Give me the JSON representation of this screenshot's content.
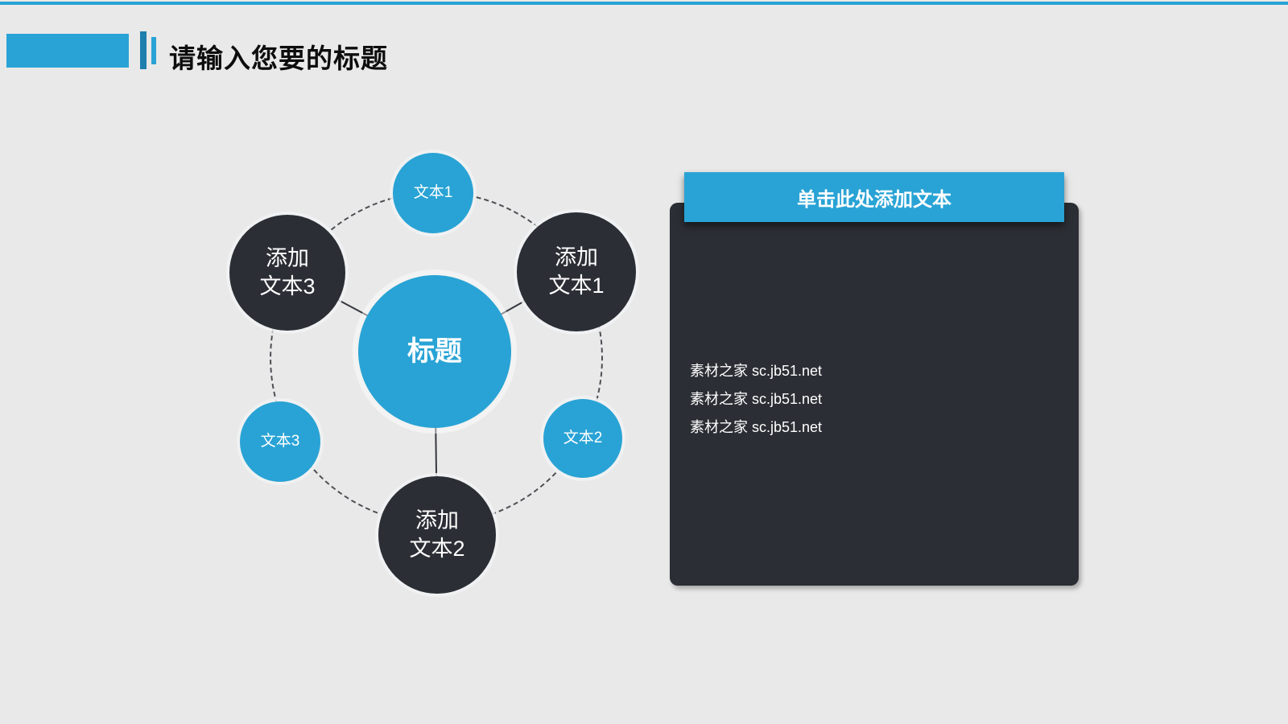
{
  "header": {
    "title": "请输入您要的标题"
  },
  "colors": {
    "accent_blue": "#29A3D5",
    "dark_gray": "#2B2E35",
    "background": "#E9E9E9"
  },
  "diagram": {
    "center": {
      "label": "标题"
    },
    "nodes": {
      "top": {
        "label": "文本1"
      },
      "upper_right": {
        "label": "添加\n文本1"
      },
      "lower_right": {
        "label": "文本2"
      },
      "bottom": {
        "label": "添加\n文本2"
      },
      "lower_left": {
        "label": "文本3"
      },
      "upper_left": {
        "label": "添加\n文本3"
      }
    }
  },
  "panel": {
    "header": "单击此处添加文本",
    "lines": [
      "素材之家 sc.jb51.net",
      "素材之家 sc.jb51.net",
      "素材之家 sc.jb51.net"
    ]
  }
}
